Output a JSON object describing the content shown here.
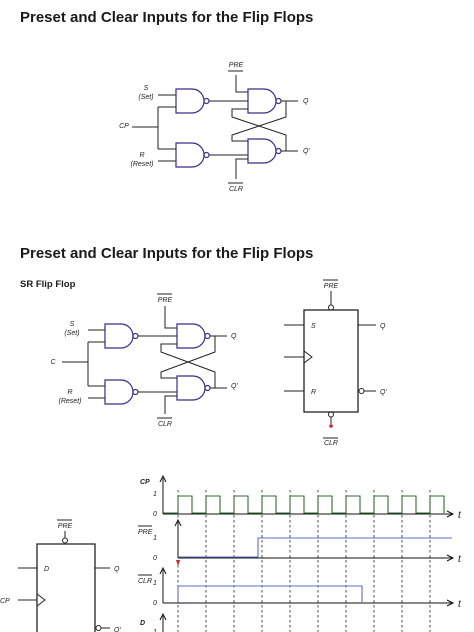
{
  "section1": {
    "title": "Preset and Clear Inputs for the Flip Flops",
    "labels": {
      "s": "S",
      "set": "(Set)",
      "cp": "CP",
      "r": "R",
      "reset": "(Reset)",
      "pre": "PRE",
      "clr": "CLR",
      "q": "Q",
      "qbar": "Q'"
    }
  },
  "section2": {
    "title": "Preset and Clear Inputs for the Flip Flops",
    "subtitle": "SR Flip Flop",
    "labels": {
      "s": "S",
      "set": "(Set)",
      "c": "C",
      "r": "R",
      "reset": "(Reset)",
      "pre": "PRE",
      "clr": "CLR",
      "q": "Q",
      "qbar": "Q'"
    },
    "block": {
      "s": "S",
      "r": "R",
      "q": "Q",
      "qbar": "Q'",
      "pre": "PRE",
      "clr": "CLR"
    }
  },
  "section3": {
    "dff": {
      "pre": "PRE",
      "d": "D",
      "q": "Q",
      "cp": "CP",
      "qbar": "Q'"
    },
    "timing": {
      "cp": {
        "label": "CP",
        "one": "1",
        "zero": "0"
      },
      "pre": {
        "label": "PRE",
        "one": "1",
        "zero": "0"
      },
      "clr": {
        "label": "CLR",
        "one": "1",
        "zero": "0"
      },
      "d": {
        "label": "D",
        "one": "1"
      },
      "t": "t"
    }
  },
  "colors": {
    "gate": "#3c2a8a",
    "wire": "#222222",
    "trace": "#5b6ec8",
    "marker": "#cc2222"
  }
}
